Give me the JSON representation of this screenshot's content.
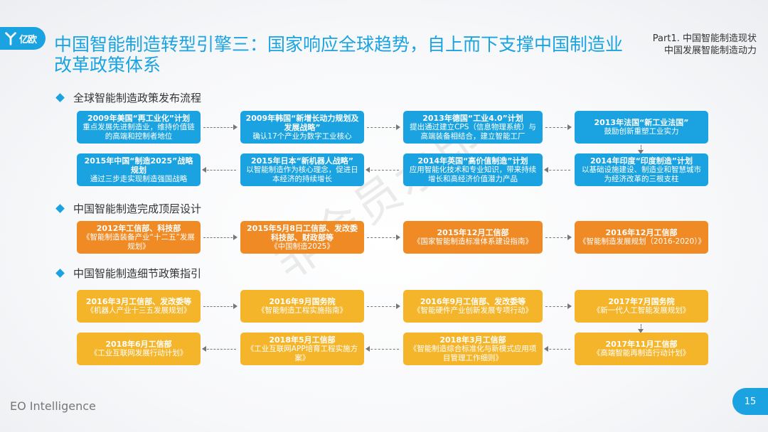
{
  "brand": {
    "logo_text": "亿欧"
  },
  "title": "中国智能制造转型引擎三：国家响应全球趋势，自上而下支撑中国制造业改革政策体系",
  "part": {
    "line1": "Part1. 中国智能制造现状",
    "line2": "中国发展智能制造动力"
  },
  "sections": [
    "全球智能制造政策发布流程",
    "中国智能制造完成顶层设计",
    "中国智能制造细节政策指引"
  ],
  "global_flow": [
    {
      "head": "2009年美国“再工业化”计划",
      "body": "重点发展先进制造业，维持价值链的高端和控制者地位"
    },
    {
      "head": "2009年韩国“新增长动力规划及发展战略”",
      "body": "确认17个产业为数字工业核心"
    },
    {
      "head": "2013年德国“工业4.0”计划",
      "body": "提出通过建立CPS（信息物理系统）与高端装备相结合，建立智能工厂"
    },
    {
      "head": "2013年法国“新工业法国”",
      "body": "鼓励创新重塑工业实力"
    },
    {
      "head": "2014年印度“印度制造”计划",
      "body": "以基础设施建设、制造业和智慧城市为经济改革的三根支柱"
    },
    {
      "head": "2014年英国“高价值制造”计划",
      "body": "应用智能化技术和专业知识，带来持续增长和高经济价值潜力产品"
    },
    {
      "head": "2015年日本“新机器人战略”",
      "body": "以智能制造作为核心理念，促进日本经济的持续增长"
    },
    {
      "head": "2015年中国“制造2025”战略规划",
      "body": "通过三步走实现制造强国战略"
    }
  ],
  "top_design": [
    {
      "head": "2012年工信部、科技部",
      "body": "《智能制造装备产业“十二五”发展规划》"
    },
    {
      "head": "2015年5月8日工信部、发改委科技部、财政部等",
      "body": "《中国制造2025》"
    },
    {
      "head": "2015年12月工信部",
      "body": "《国家智能制造标准体系建设指南》"
    },
    {
      "head": "2016年12月工信部",
      "body": "《智能制造发展规划（2016-2020）》"
    }
  ],
  "detail_policy": [
    {
      "head": "2016年3月工信部、发改委等",
      "body": "《机器人产业十三五发展规划》"
    },
    {
      "head": "2016年9月国务院",
      "body": "《智能制造工程实施指南》"
    },
    {
      "head": "2016年9月工信部、发改委等",
      "body": "《智能硬件产业创新发展专项行动》"
    },
    {
      "head": "2017年7月国务院",
      "body": "《新一代人工智能发展规划》"
    },
    {
      "head": "2017年11月工信部",
      "body": "《高端智能再制造行动计划》"
    },
    {
      "head": "2018年3月工信部",
      "body": "《智能制造综合标准化与新模式应用项目管理工作细则》"
    },
    {
      "head": "2018年5月工信部",
      "body": "《工业互联网APP培育工程实施方案》"
    },
    {
      "head": "2018年6月工信部",
      "body": "《工业互联网发展行动计划》"
    }
  ],
  "watermark": "非会员水印",
  "footer": "EO Intelligence",
  "page_number": "15"
}
